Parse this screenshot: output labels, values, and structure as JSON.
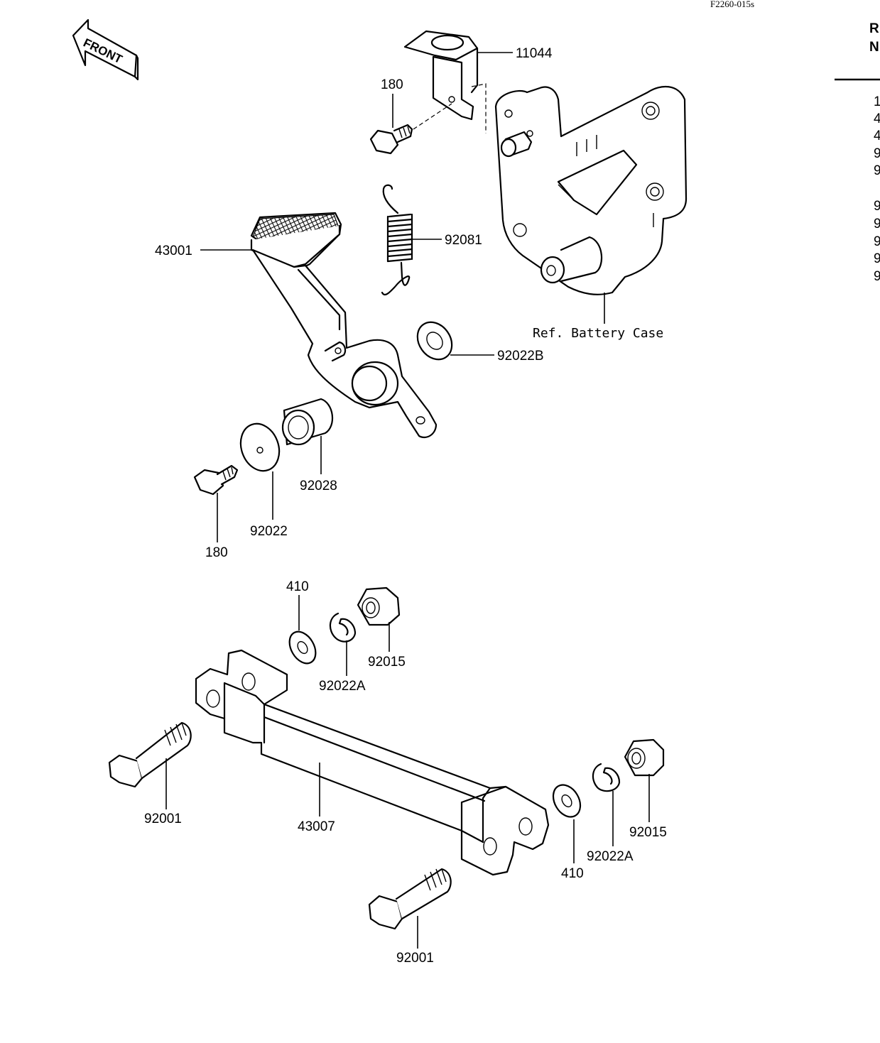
{
  "drawing_code": "F2260-015s",
  "front_label": "FRONT",
  "side_header": [
    "R",
    "N"
  ],
  "side_column": [
    "1",
    "4",
    "4",
    "9",
    "9",
    "9",
    "9",
    "9",
    "9",
    "9"
  ],
  "labels": {
    "p11044": "11044",
    "p180_top": "180",
    "p92081": "92081",
    "p43001": "43001",
    "ref_battery_case": "Ref. Battery Case",
    "p92022B": "92022B",
    "p92028": "92028",
    "p92022": "92022",
    "p180_bottom": "180",
    "p410_top": "410",
    "p92022A_top": "92022A",
    "p92015_top": "92015",
    "p92001_left": "92001",
    "p43007": "43007",
    "p410_bottom": "410",
    "p92022A_bottom": "92022A",
    "p92015_bottom": "92015",
    "p92001_bottom": "92001"
  }
}
